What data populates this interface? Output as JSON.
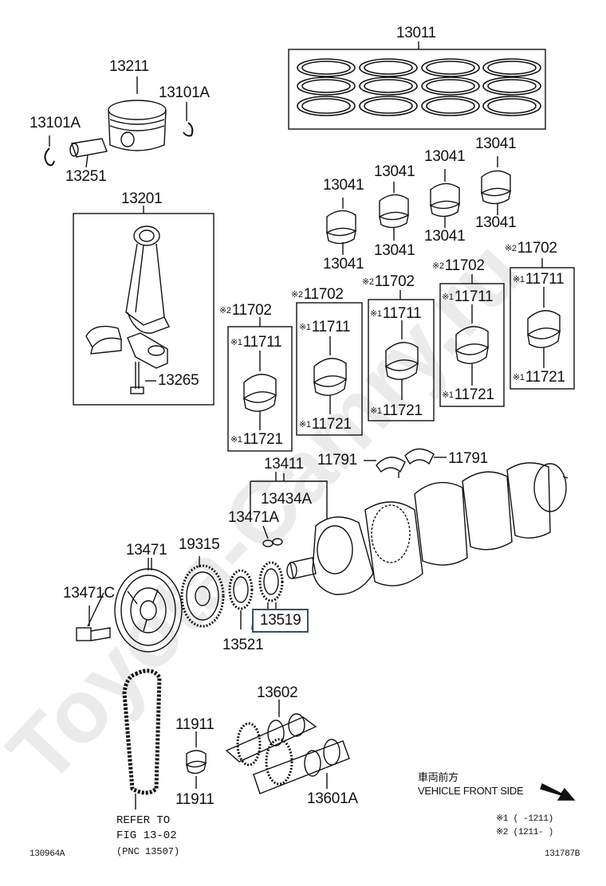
{
  "watermark": "Toyota-Camry.ru",
  "labels": {
    "p13011": "13011",
    "p13211": "13211",
    "p13101A_r": "13101A",
    "p13101A_l": "13101A",
    "p13251": "13251",
    "p13201": "13201",
    "p13265": "13265",
    "p13041_a": "13041",
    "p13041_b": "13041",
    "p13041_c": "13041",
    "p13041_d": "13041",
    "p13041_e": "13041",
    "p13041_f": "13041",
    "p13041_g": "13041",
    "p13041_h": "13041",
    "p11702_1": "11702",
    "p11702_2": "11702",
    "p11702_3": "11702",
    "p11702_4": "11702",
    "p11702_5": "11702",
    "p11711_1": "11711",
    "p11711_2": "11711",
    "p11711_3": "11711",
    "p11711_4": "11711",
    "p11711_5": "11711",
    "p11721_1": "11721",
    "p11721_2": "11721",
    "p11721_3": "11721",
    "p11721_4": "11721",
    "p11721_5": "11721",
    "p11791_l": "11791",
    "p11791_r": "11791",
    "p13411": "13411",
    "p13434A": "13434A",
    "p13471A": "13471A",
    "p13471": "13471",
    "p19315": "19315",
    "p13471C": "13471C",
    "p13519": "13519",
    "p13521": "13521",
    "p13602": "13602",
    "p11911_t": "11911",
    "p11911_b": "11911",
    "p13601A": "13601A"
  },
  "marks": {
    "m1": "※1",
    "m2": "※2"
  },
  "refer": {
    "line1": "REFER TO",
    "line2": "FIG 13-02",
    "line3": "(PNC 13507)"
  },
  "direction": {
    "jp": "車両前方",
    "en": "VEHICLE FRONT SIDE"
  },
  "legend": {
    "r1": "※1 (    -1211)",
    "r2": "※2 (1211-     )"
  },
  "footer": {
    "left": "130964A",
    "right": "131787B"
  }
}
